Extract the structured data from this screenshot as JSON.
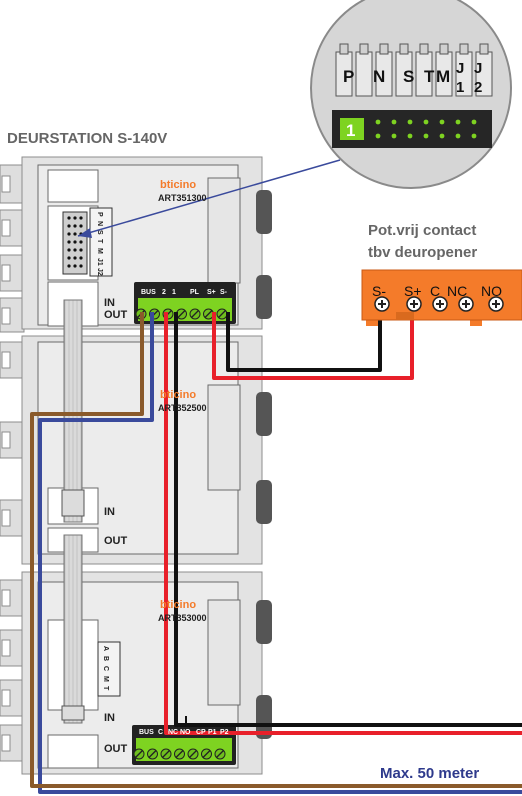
{
  "title": "DEURSTATION S-140V",
  "callout": {
    "labels": [
      "P",
      "N",
      "S",
      "T",
      "M"
    ],
    "j1": [
      "J",
      "1"
    ],
    "j2": [
      "J",
      "2"
    ],
    "jumper_number": "1"
  },
  "modules": [
    {
      "brand": "bticino",
      "art": "ART351300",
      "in": "IN",
      "out": "OUT",
      "term_labels": [
        "BUS",
        "2",
        "1",
        "PL",
        "S+",
        "S-"
      ],
      "dip_labels": [
        "P",
        "N",
        "S",
        "T",
        "M",
        "J1",
        "J2"
      ]
    },
    {
      "brand": "bticino",
      "art": "ART352500",
      "in": "IN",
      "out": "OUT"
    },
    {
      "brand": "bticino",
      "art": "ART353000",
      "in": "IN",
      "out": "OUT",
      "term_labels": [
        "BUS",
        "C",
        "NC",
        "NO",
        "CP",
        "P1",
        "P2"
      ],
      "dip_labels": [
        "A",
        "B",
        "C",
        "M",
        "T"
      ]
    }
  ],
  "relay": {
    "title_line1": "Pot.vrij contact",
    "title_line2": "tbv deuropener",
    "terminals": [
      "S-",
      "S+",
      "C",
      "NC",
      "NO"
    ]
  },
  "footer": "Max. 50 meter",
  "colors": {
    "relay": "#f47b2a",
    "wire_black": "#111111",
    "wire_red": "#e8202a",
    "wire_blue": "#3a4a9c",
    "wire_brown": "#8a5a2b",
    "terminal_green": "#7ed321",
    "text_blue": "#2e3a8c"
  }
}
